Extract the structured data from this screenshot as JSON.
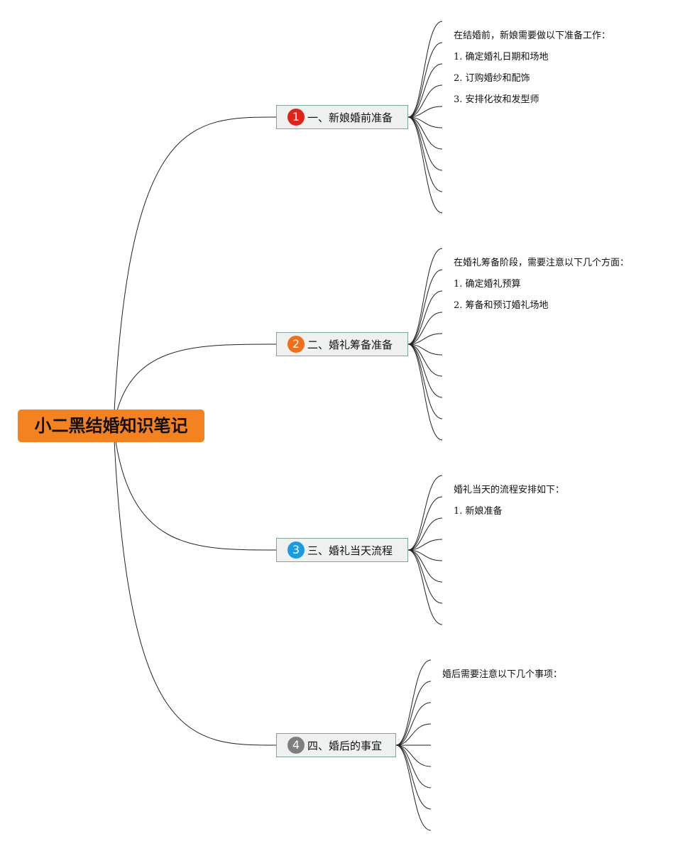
{
  "root": {
    "label": "小二黑结婚知识笔记",
    "color": "#f58220"
  },
  "branches": [
    {
      "number": "1",
      "badge_color": "#e2231a",
      "label": "一、新娘婚前准备",
      "leaves": [
        "在结婚前，新娘需要做以下准备工作：",
        "1. 确定婚礼日期和场地",
        "2. 订购婚纱和配饰",
        "3. 安排化妆和发型师"
      ]
    },
    {
      "number": "2",
      "badge_color": "#ef6f1a",
      "label": "二、婚礼筹备准备",
      "leaves": [
        "在婚礼筹备阶段，需要注意以下几个方面：",
        "1. 确定婚礼预算",
        "2. 筹备和预订婚礼场地"
      ]
    },
    {
      "number": "3",
      "badge_color": "#1b9ce2",
      "label": "三、婚礼当天流程",
      "leaves": [
        "婚礼当天的流程安排如下：",
        "1. 新娘准备"
      ]
    },
    {
      "number": "4",
      "badge_color": "#7f7f7f",
      "label": "四、婚后的事宜",
      "leaves": [
        "婚后需要注意以下几个事项："
      ]
    }
  ]
}
